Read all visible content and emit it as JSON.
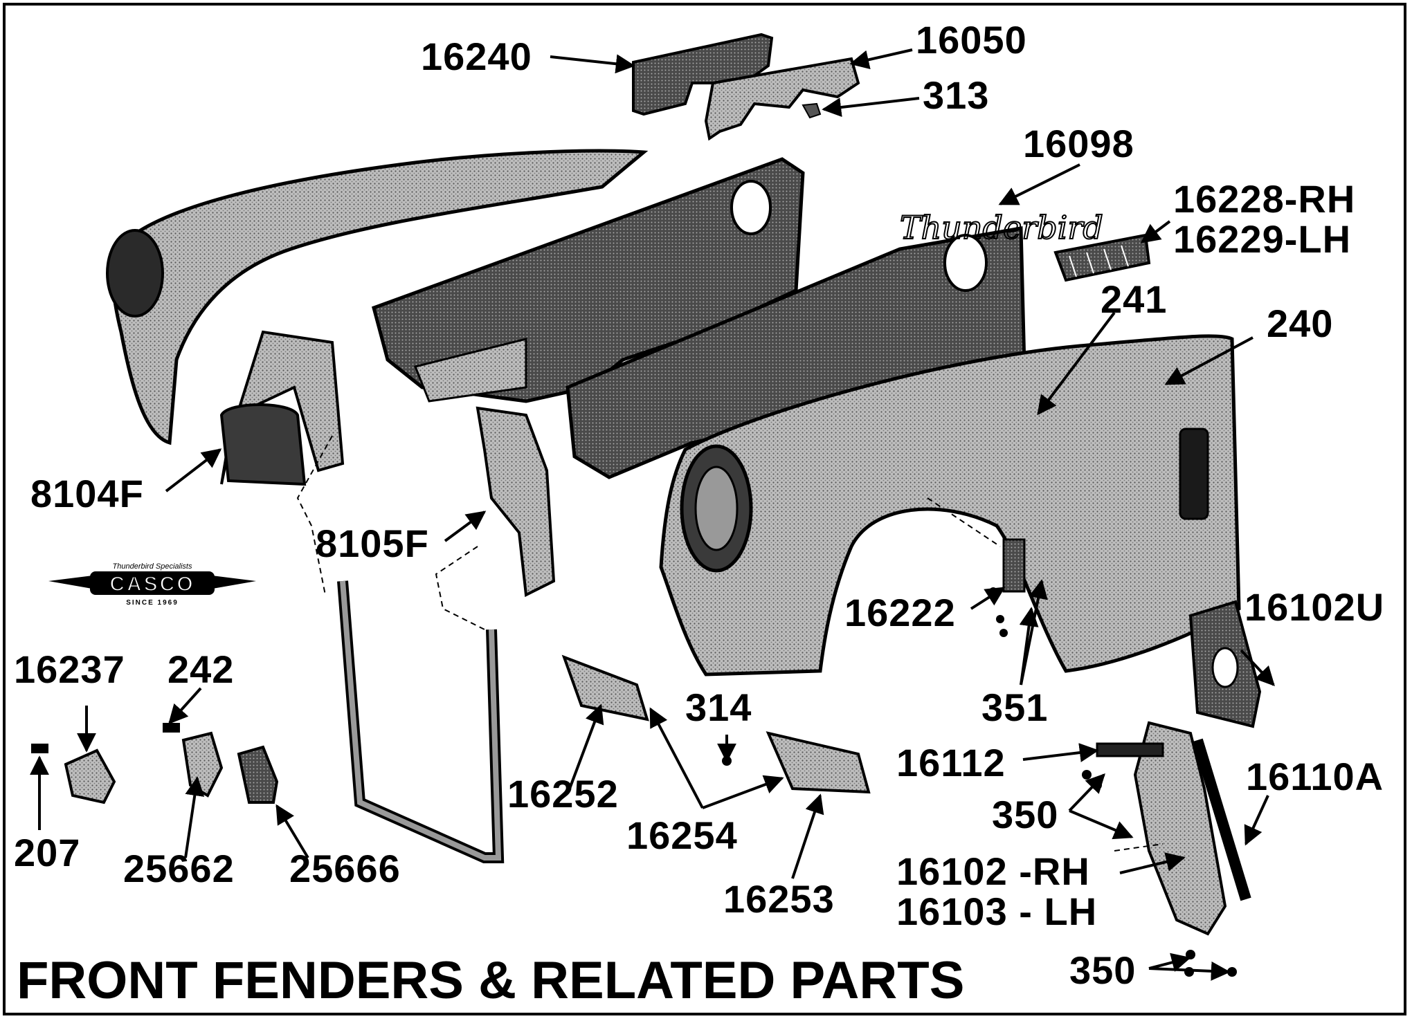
{
  "title": "FRONT FENDERS & RELATED PARTS",
  "logo": {
    "tagline": "Thunderbird Specialists",
    "name": "CASCO",
    "since": "SINCE 1969"
  },
  "emblem_script": "Thunderbird",
  "labels": {
    "p16240": "16240",
    "p16050": "16050",
    "p313": "313",
    "p16098": "16098",
    "p16228": "16228-RH",
    "p16229": "16229-LH",
    "p241": "241",
    "p240": "240",
    "p8104F": "8104F",
    "p8105F": "8105F",
    "p16222": "16222",
    "p16102U": "16102U",
    "p351": "351",
    "p16237": "16237",
    "p242": "242",
    "p314": "314",
    "p16112": "16112",
    "p16110A": "16110A",
    "p350a": "350",
    "p16252": "16252",
    "p16254": "16254",
    "p207": "207",
    "p25662": "25662",
    "p25666": "25666",
    "p16253": "16253",
    "p16102RH": "16102 -RH",
    "p16103LH": "16103 - LH",
    "p350b": "350"
  },
  "colors": {
    "ink": "#000000",
    "paper": "#ffffff",
    "shade": "#9a9a9a",
    "dark": "#3a3a3a"
  }
}
